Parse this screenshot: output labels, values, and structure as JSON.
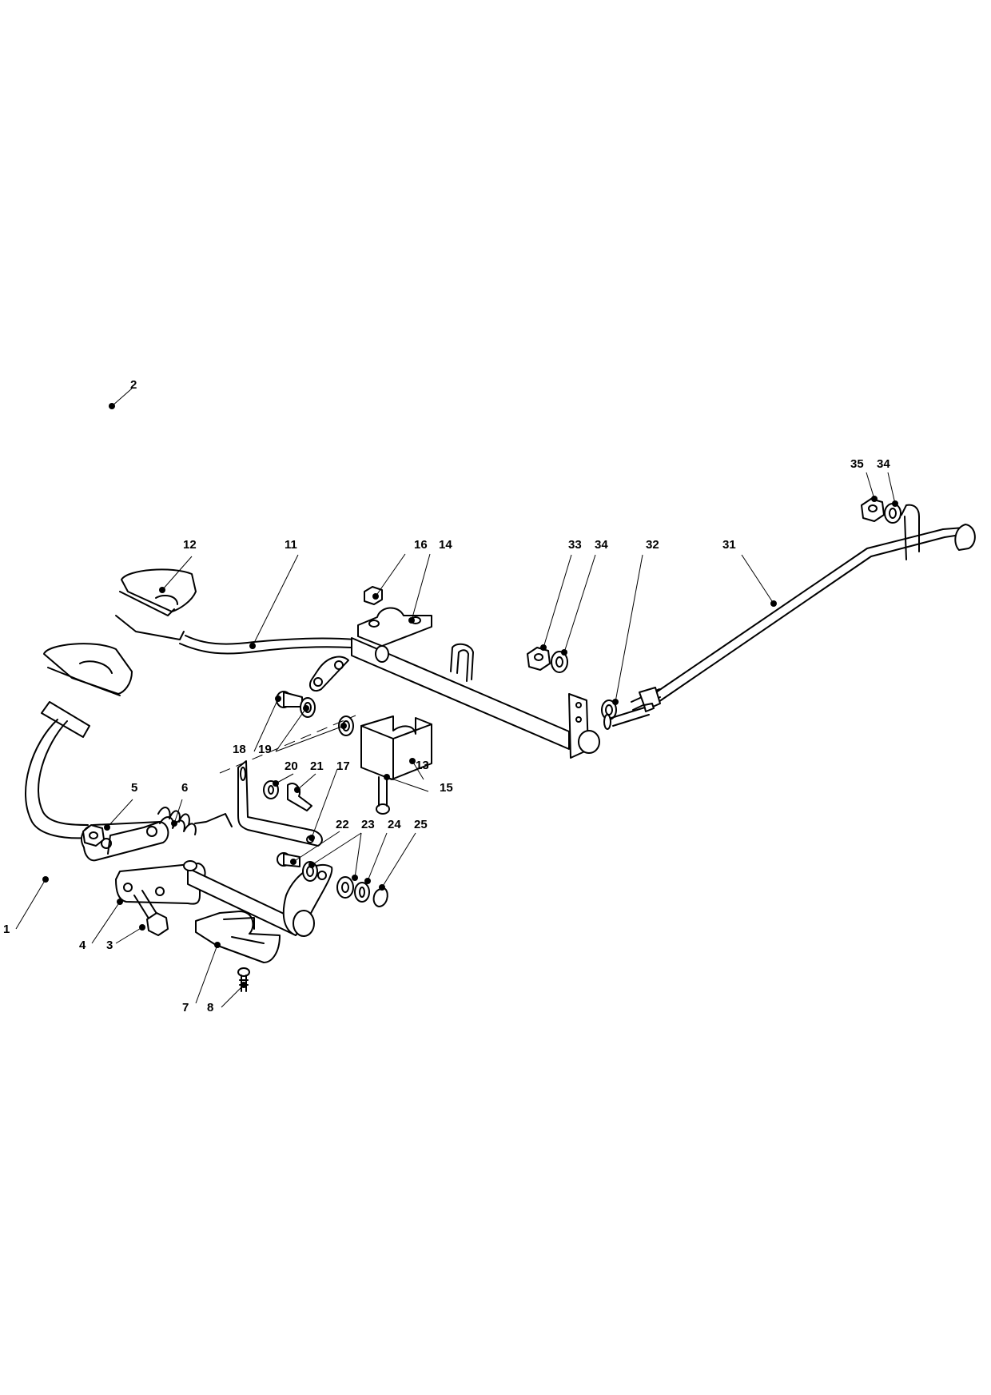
{
  "callouts": [
    {
      "id": "1",
      "label": "1"
    },
    {
      "id": "2",
      "label": "2"
    },
    {
      "id": "3",
      "label": "3"
    },
    {
      "id": "4",
      "label": "4"
    },
    {
      "id": "5",
      "label": "5"
    },
    {
      "id": "6",
      "label": "6"
    },
    {
      "id": "7",
      "label": "7"
    },
    {
      "id": "8",
      "label": "8"
    },
    {
      "id": "11",
      "label": "11"
    },
    {
      "id": "12",
      "label": "12"
    },
    {
      "id": "13",
      "label": "13"
    },
    {
      "id": "14",
      "label": "14"
    },
    {
      "id": "15",
      "label": "15"
    },
    {
      "id": "16",
      "label": "16"
    },
    {
      "id": "17",
      "label": "17"
    },
    {
      "id": "18",
      "label": "18"
    },
    {
      "id": "19",
      "label": "19"
    },
    {
      "id": "20",
      "label": "20"
    },
    {
      "id": "21",
      "label": "21"
    },
    {
      "id": "22",
      "label": "22"
    },
    {
      "id": "23",
      "label": "23"
    },
    {
      "id": "24",
      "label": "24"
    },
    {
      "id": "25",
      "label": "25"
    },
    {
      "id": "31",
      "label": "31"
    },
    {
      "id": "32",
      "label": "32"
    },
    {
      "id": "33",
      "label": "33"
    },
    {
      "id": "34a",
      "label": "34"
    },
    {
      "id": "34b",
      "label": "34"
    },
    {
      "id": "35",
      "label": "35"
    }
  ]
}
